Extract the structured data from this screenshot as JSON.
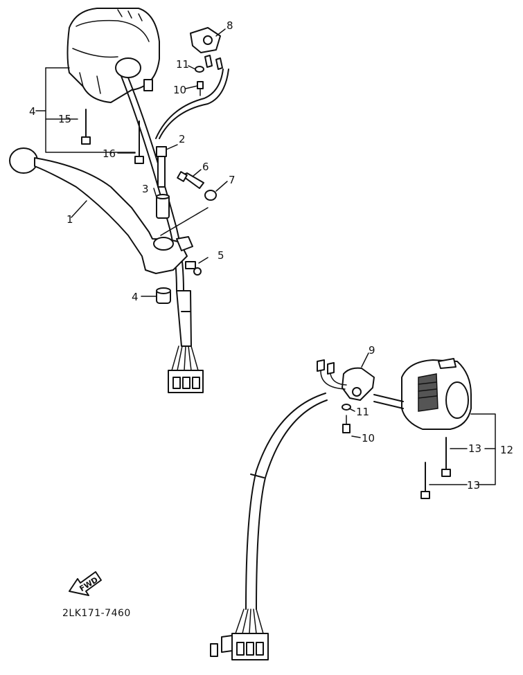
{
  "callouts": {
    "c1": "1",
    "c2": "2",
    "c3": "3",
    "c4a": "4",
    "c4b": "4",
    "c5": "5",
    "c6": "6",
    "c7": "7",
    "c8": "8",
    "c9": "9",
    "c10a": "10",
    "c10b": "10",
    "c11a": "11",
    "c11b": "11",
    "c12": "12",
    "c13a": "13",
    "c13b": "13",
    "c15": "15",
    "c16": "16"
  },
  "direction_marker": {
    "label": "FWD",
    "icon": "fwd-arrow-icon"
  },
  "diagram_code": "2LK171-7460"
}
